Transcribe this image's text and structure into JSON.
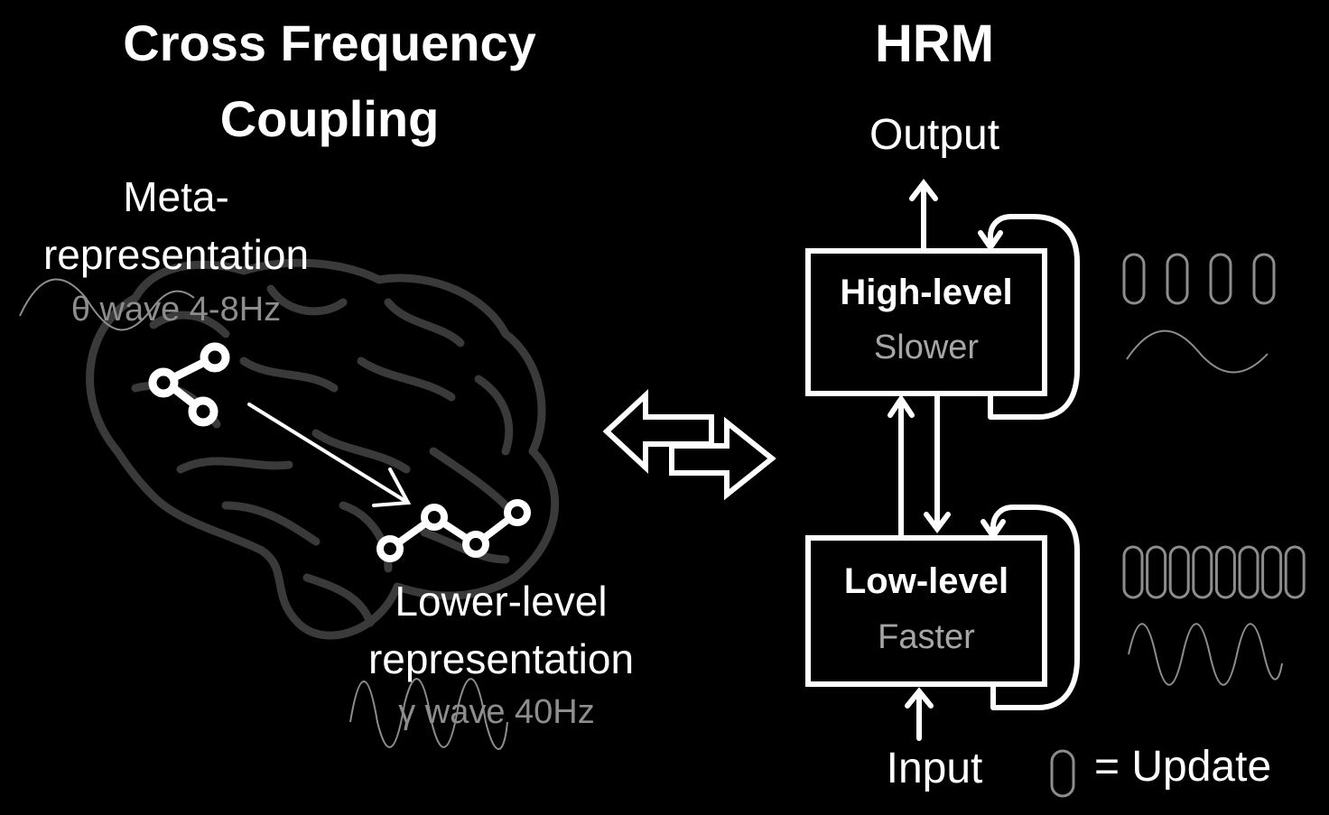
{
  "left": {
    "title": "Cross Frequency Coupling",
    "meta_label": "Meta-representation",
    "theta_label": "θ wave 4-8Hz",
    "lower_label": "Lower-level representation",
    "gamma_label": "γ wave 40Hz"
  },
  "right": {
    "title": "HRM",
    "output_label": "Output",
    "input_label": "Input",
    "high_level": {
      "title": "High-level",
      "subtitle": "Slower",
      "update_count": 4
    },
    "low_level": {
      "title": "Low-level",
      "subtitle": "Faster",
      "update_count": 8
    }
  },
  "legend": {
    "text": "= Update"
  },
  "colors": {
    "background": "#000000",
    "foreground": "#ffffff",
    "muted": "#8d8d8d",
    "brain": "#3a3a3a"
  }
}
